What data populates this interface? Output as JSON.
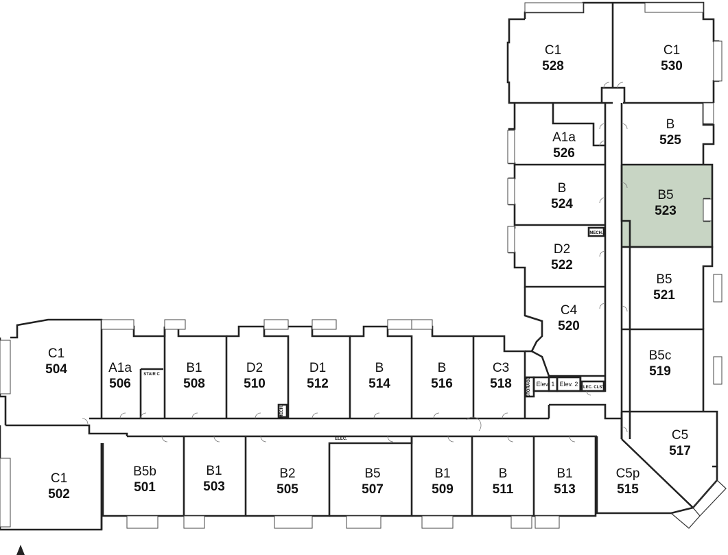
{
  "highlight_color": "#c8d5c4",
  "north_icon": "north-arrow-icon",
  "units": [
    {
      "id": "528",
      "type": "C1",
      "number": "528"
    },
    {
      "id": "530",
      "type": "C1",
      "number": "530"
    },
    {
      "id": "526",
      "type": "A1a",
      "number": "526"
    },
    {
      "id": "525",
      "type": "B",
      "number": "525"
    },
    {
      "id": "524",
      "type": "B",
      "number": "524"
    },
    {
      "id": "523",
      "type": "B5",
      "number": "523",
      "highlighted": true
    },
    {
      "id": "522",
      "type": "D2",
      "number": "522"
    },
    {
      "id": "521",
      "type": "B5",
      "number": "521"
    },
    {
      "id": "520",
      "type": "C4",
      "number": "520"
    },
    {
      "id": "519",
      "type": "B5c",
      "number": "519"
    },
    {
      "id": "504",
      "type": "C1",
      "number": "504"
    },
    {
      "id": "506",
      "type": "A1a",
      "number": "506"
    },
    {
      "id": "508",
      "type": "B1",
      "number": "508"
    },
    {
      "id": "510",
      "type": "D2",
      "number": "510"
    },
    {
      "id": "512",
      "type": "D1",
      "number": "512"
    },
    {
      "id": "514",
      "type": "B",
      "number": "514"
    },
    {
      "id": "516",
      "type": "B",
      "number": "516"
    },
    {
      "id": "518",
      "type": "C3",
      "number": "518"
    },
    {
      "id": "517",
      "type": "C5",
      "number": "517"
    },
    {
      "id": "502",
      "type": "C1",
      "number": "502"
    },
    {
      "id": "501",
      "type": "B5b",
      "number": "501"
    },
    {
      "id": "503",
      "type": "B1",
      "number": "503"
    },
    {
      "id": "505",
      "type": "B2",
      "number": "505"
    },
    {
      "id": "507",
      "type": "B5",
      "number": "507"
    },
    {
      "id": "509",
      "type": "B1",
      "number": "509"
    },
    {
      "id": "511",
      "type": "B",
      "number": "511"
    },
    {
      "id": "513",
      "type": "B1",
      "number": "513"
    },
    {
      "id": "515",
      "type": "C5p",
      "number": "515"
    }
  ],
  "utility": {
    "stair": "STAIR C",
    "mech_top": "MECH.",
    "mech_bottom": "MECH.",
    "elev1": "Elev. 1",
    "elev2": "Elev. 2",
    "elec_clst": "ELEC. CLST.",
    "storage": "STORAGE",
    "elec": "ELEC."
  }
}
